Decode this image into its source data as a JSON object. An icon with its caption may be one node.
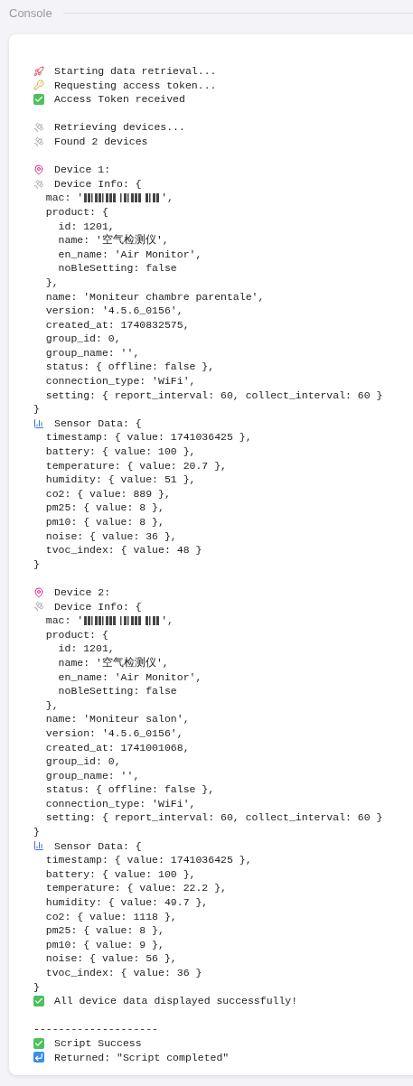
{
  "diagram": {
    "title": "Console",
    "labels": [
      "Starting data retrieval...",
      "Requesting access token...",
      "Access Token received",
      "Retrieving devices...",
      "Found 2 devices",
      "Device 1:",
      "Device Info: {",
      "  mac: '",
      "',",
      "  product: {",
      "    id: 1201,",
      "    name: '空气检测仪',",
      "    en_name: 'Air Monitor',",
      "    noBleSetting: false",
      "  },",
      "  name: 'Moniteur chambre parentale',",
      "  version: '4.5.6_0156',",
      "  created_at: 1740832575,",
      "  group_id: 0,",
      "  group_name: '',",
      "  status: { offline: false },",
      "  connection_type: 'WiFi',",
      "  setting: { report_interval: 60, collect_interval: 60 }",
      "}",
      "Sensor Data: {",
      "  timestamp: { value: 1741036425 },",
      "  battery: { value: 100 },",
      "  temperature: { value: 20.7 },",
      "  humidity: { value: 51 },",
      "  co2: { value: 889 },",
      "  pm25: { value: 8 },",
      "  pm10: { value: 8 },",
      "  noise: { value: 36 },",
      "  tvoc_index: { value: 48 }",
      "}",
      "Device 2:",
      "Device Info: {",
      "  mac: '",
      "',",
      "  product: {",
      "    id: 1201,",
      "    name: '空气检测仪',",
      "    en_name: 'Air Monitor',",
      "    noBleSetting: false",
      "  },",
      "  name: 'Moniteur salon',",
      "  version: '4.5.6_0156',",
      "  created_at: 1741001068,",
      "  group_id: 0,",
      "  group_name: '',",
      "  status: { offline: false },",
      "  connection_type: 'WiFi',",
      "  setting: { report_interval: 60, collect_interval: 60 }",
      "}",
      "Sensor Data: {",
      "  timestamp: { value: 1741036425 },",
      "  battery: { value: 100 },",
      "  temperature: { value: 22.2 },",
      "  humidity: { value: 49.7 },",
      "  co2: { value: 1118 },",
      "  pm25: { value: 8 },",
      "  pm10: { value: 9 },",
      "  noise: { value: 56 },",
      "  tvoc_index: { value: 36 }",
      "}",
      "All device data displayed successfully!",
      "--------------------",
      "Script Success",
      "Returned: \"Script completed\""
    ]
  }
}
